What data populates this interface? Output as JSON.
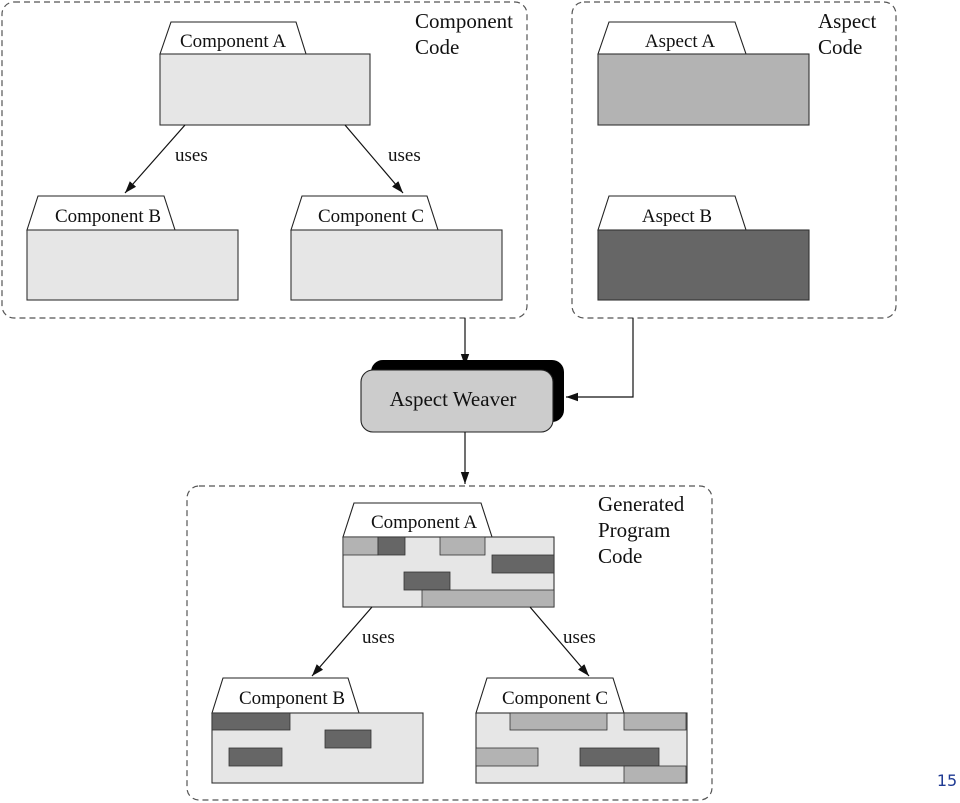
{
  "groups": {
    "component_code": {
      "label_lines": [
        "Component",
        "Code"
      ],
      "component_a": "Component A",
      "component_b": "Component B",
      "component_c": "Component C",
      "uses_left": "uses",
      "uses_right": "uses"
    },
    "aspect_code": {
      "label_lines": [
        "Aspect",
        "Code"
      ],
      "aspect_a": "Aspect A",
      "aspect_b": "Aspect B"
    },
    "generated_code": {
      "label_lines": [
        "Generated",
        "Program",
        "Code"
      ],
      "component_a": "Component A",
      "component_b": "Component B",
      "component_c": "Component C",
      "uses_left": "uses",
      "uses_right": "uses"
    }
  },
  "weaver": {
    "label": "Aspect Weaver"
  },
  "page_number": "15",
  "colors": {
    "component": "#e6e6e6",
    "aspect_a": "#b3b3b3",
    "aspect_b": "#666666",
    "weaver": "#cccccc",
    "weaver_shadow": "#000000",
    "page_number": "#1f3a93"
  }
}
